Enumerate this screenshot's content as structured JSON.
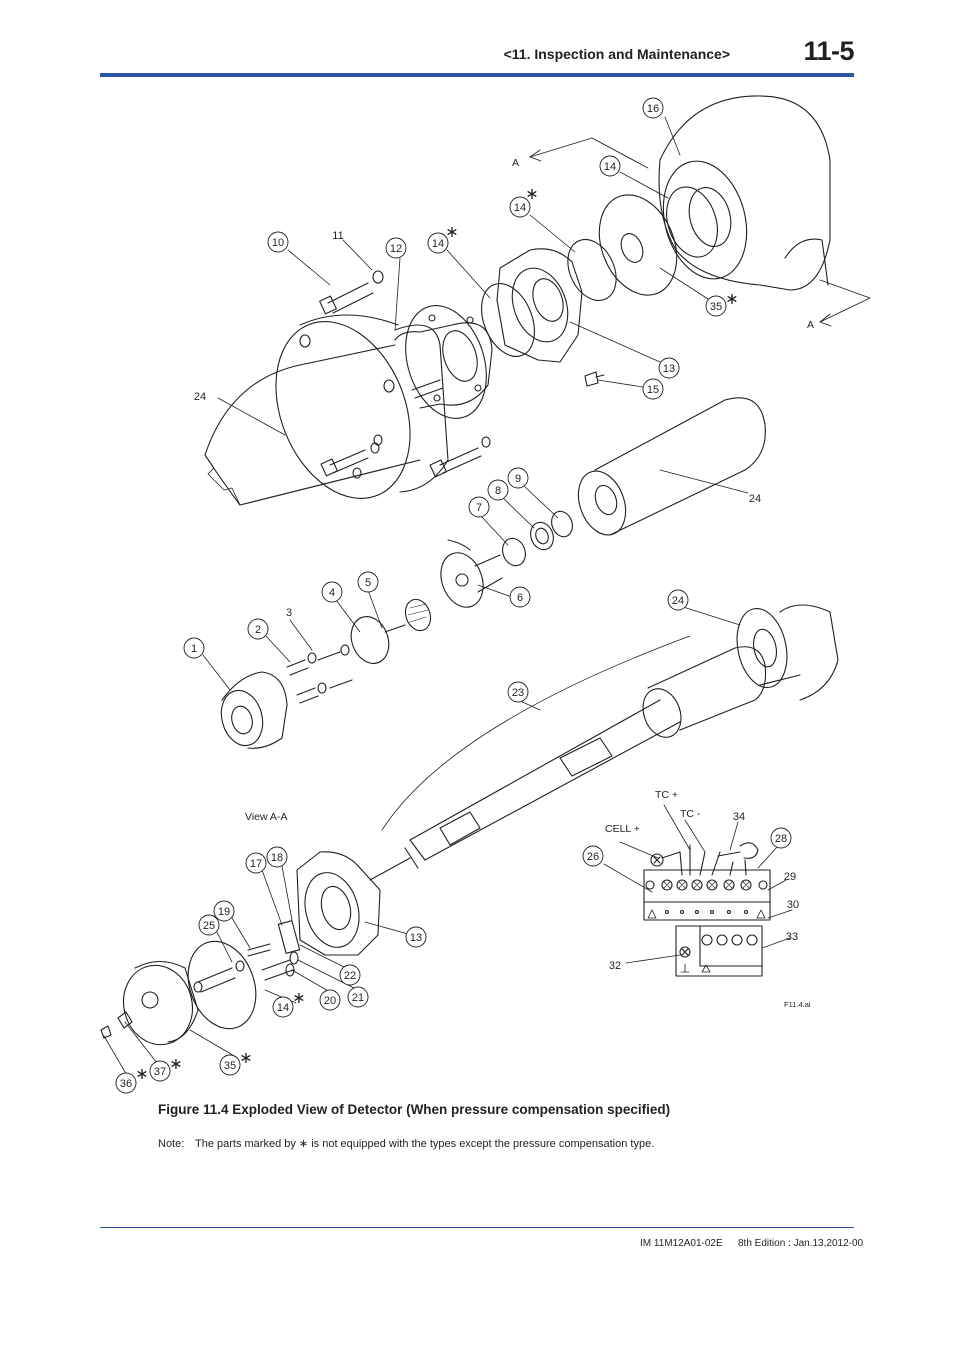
{
  "header": {
    "section_title": "<11.  Inspection and Maintenance>",
    "page_number": "11-5"
  },
  "figure": {
    "caption": "Figure 11.4   Exploded View of Detector (When pressure compensation specified)",
    "file_tag": "F11.4.ai",
    "view_label": "View A-A",
    "section_mark": "A",
    "asterisk": "∗",
    "callouts": [
      "1",
      "2",
      "3",
      "4",
      "5",
      "6",
      "7",
      "8",
      "9",
      "10",
      "11",
      "12",
      "13",
      "14",
      "15",
      "16",
      "17",
      "18",
      "19",
      "20",
      "21",
      "22",
      "23",
      "24",
      "25",
      "26",
      "28",
      "29",
      "30",
      "32",
      "33",
      "34",
      "35",
      "36",
      "37"
    ],
    "terminal_labels": {
      "tc_plus": "TC +",
      "tc_minus": "TC -",
      "cell_plus": "CELL +"
    }
  },
  "note": {
    "label": "Note:",
    "text": "The parts marked by ∗ is not equipped with the types except the pressure compensation type."
  },
  "footer": {
    "doc_id": "IM 11M12A01-02E",
    "edition": "8th Edition : Jan.13,2012-00"
  }
}
